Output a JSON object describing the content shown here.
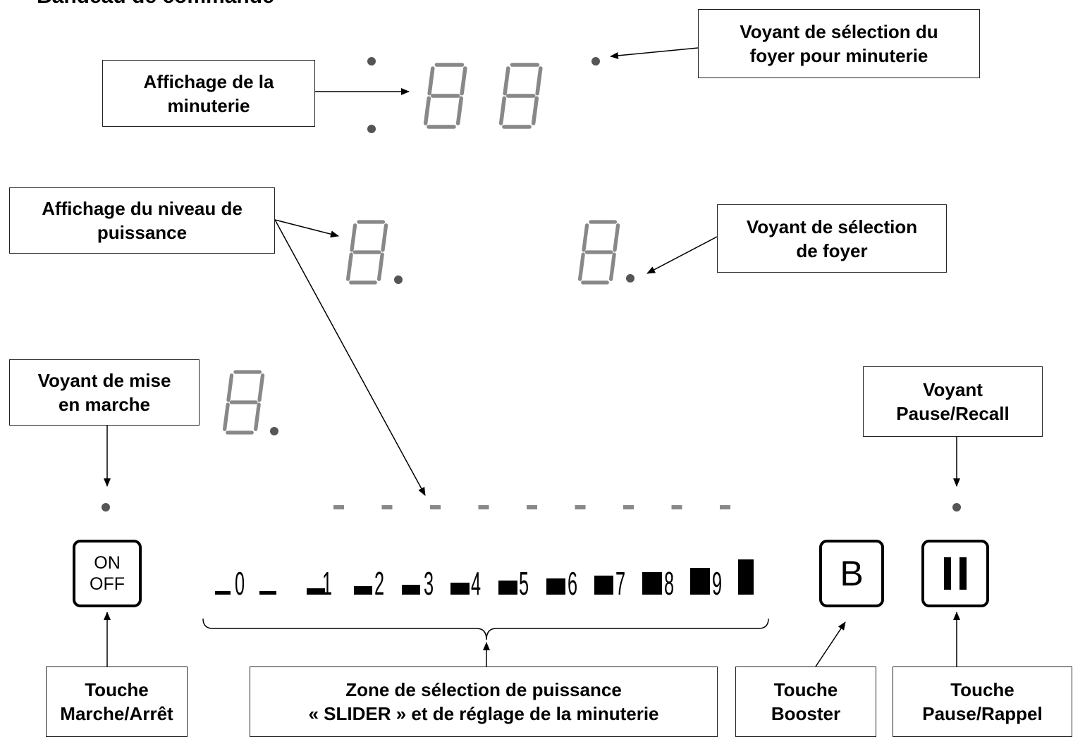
{
  "title": "Bandeau de commande",
  "labels": {
    "minuterie_display": [
      "Affichage de la",
      "minuterie"
    ],
    "timer_zone_led": [
      "Voyant de sélection du",
      "foyer pour minuterie"
    ],
    "power_level_display": [
      "Affichage du niveau de",
      "puissance"
    ],
    "zone_led": [
      "Voyant de sélection",
      "de foyer"
    ],
    "power_on_led": [
      "Voyant de mise",
      "en marche"
    ],
    "pause_led": [
      "Voyant",
      "Pause/Recall"
    ],
    "on_off_key": [
      "Touche",
      "Marche/Arrêt"
    ],
    "slider_zone": [
      "Zone de sélection de puissance",
      "« SLIDER » et de réglage de la minuterie"
    ],
    "booster_key": [
      "Touche",
      "Booster"
    ],
    "pause_key": [
      "Touche",
      "Pause/Rappel"
    ]
  },
  "keys": {
    "on_off": [
      "ON",
      "OFF"
    ],
    "booster": "B",
    "pause": "II"
  },
  "slider": {
    "digits": [
      "0",
      "1",
      "2",
      "3",
      "4",
      "5",
      "6",
      "7",
      "8",
      "9"
    ]
  },
  "colors": {
    "segment": "#888888",
    "led": "#555555",
    "ink": "#000000"
  }
}
